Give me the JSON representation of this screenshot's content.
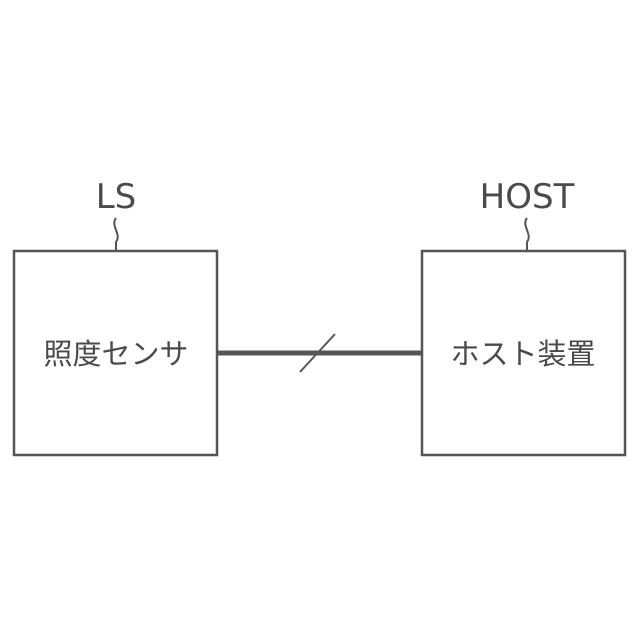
{
  "diagram": {
    "nodes": [
      {
        "id": "light-sensor",
        "ref_label": "LS",
        "label": "照度センサ"
      },
      {
        "id": "host-device",
        "ref_label": "HOST",
        "label": "ホスト装置"
      }
    ],
    "edges": [
      {
        "from": "light-sensor",
        "to": "host-device",
        "style": "multi-line bus"
      }
    ],
    "colors": {
      "line": "#555555",
      "text": "#4a4a4a",
      "background": "#ffffff"
    }
  }
}
